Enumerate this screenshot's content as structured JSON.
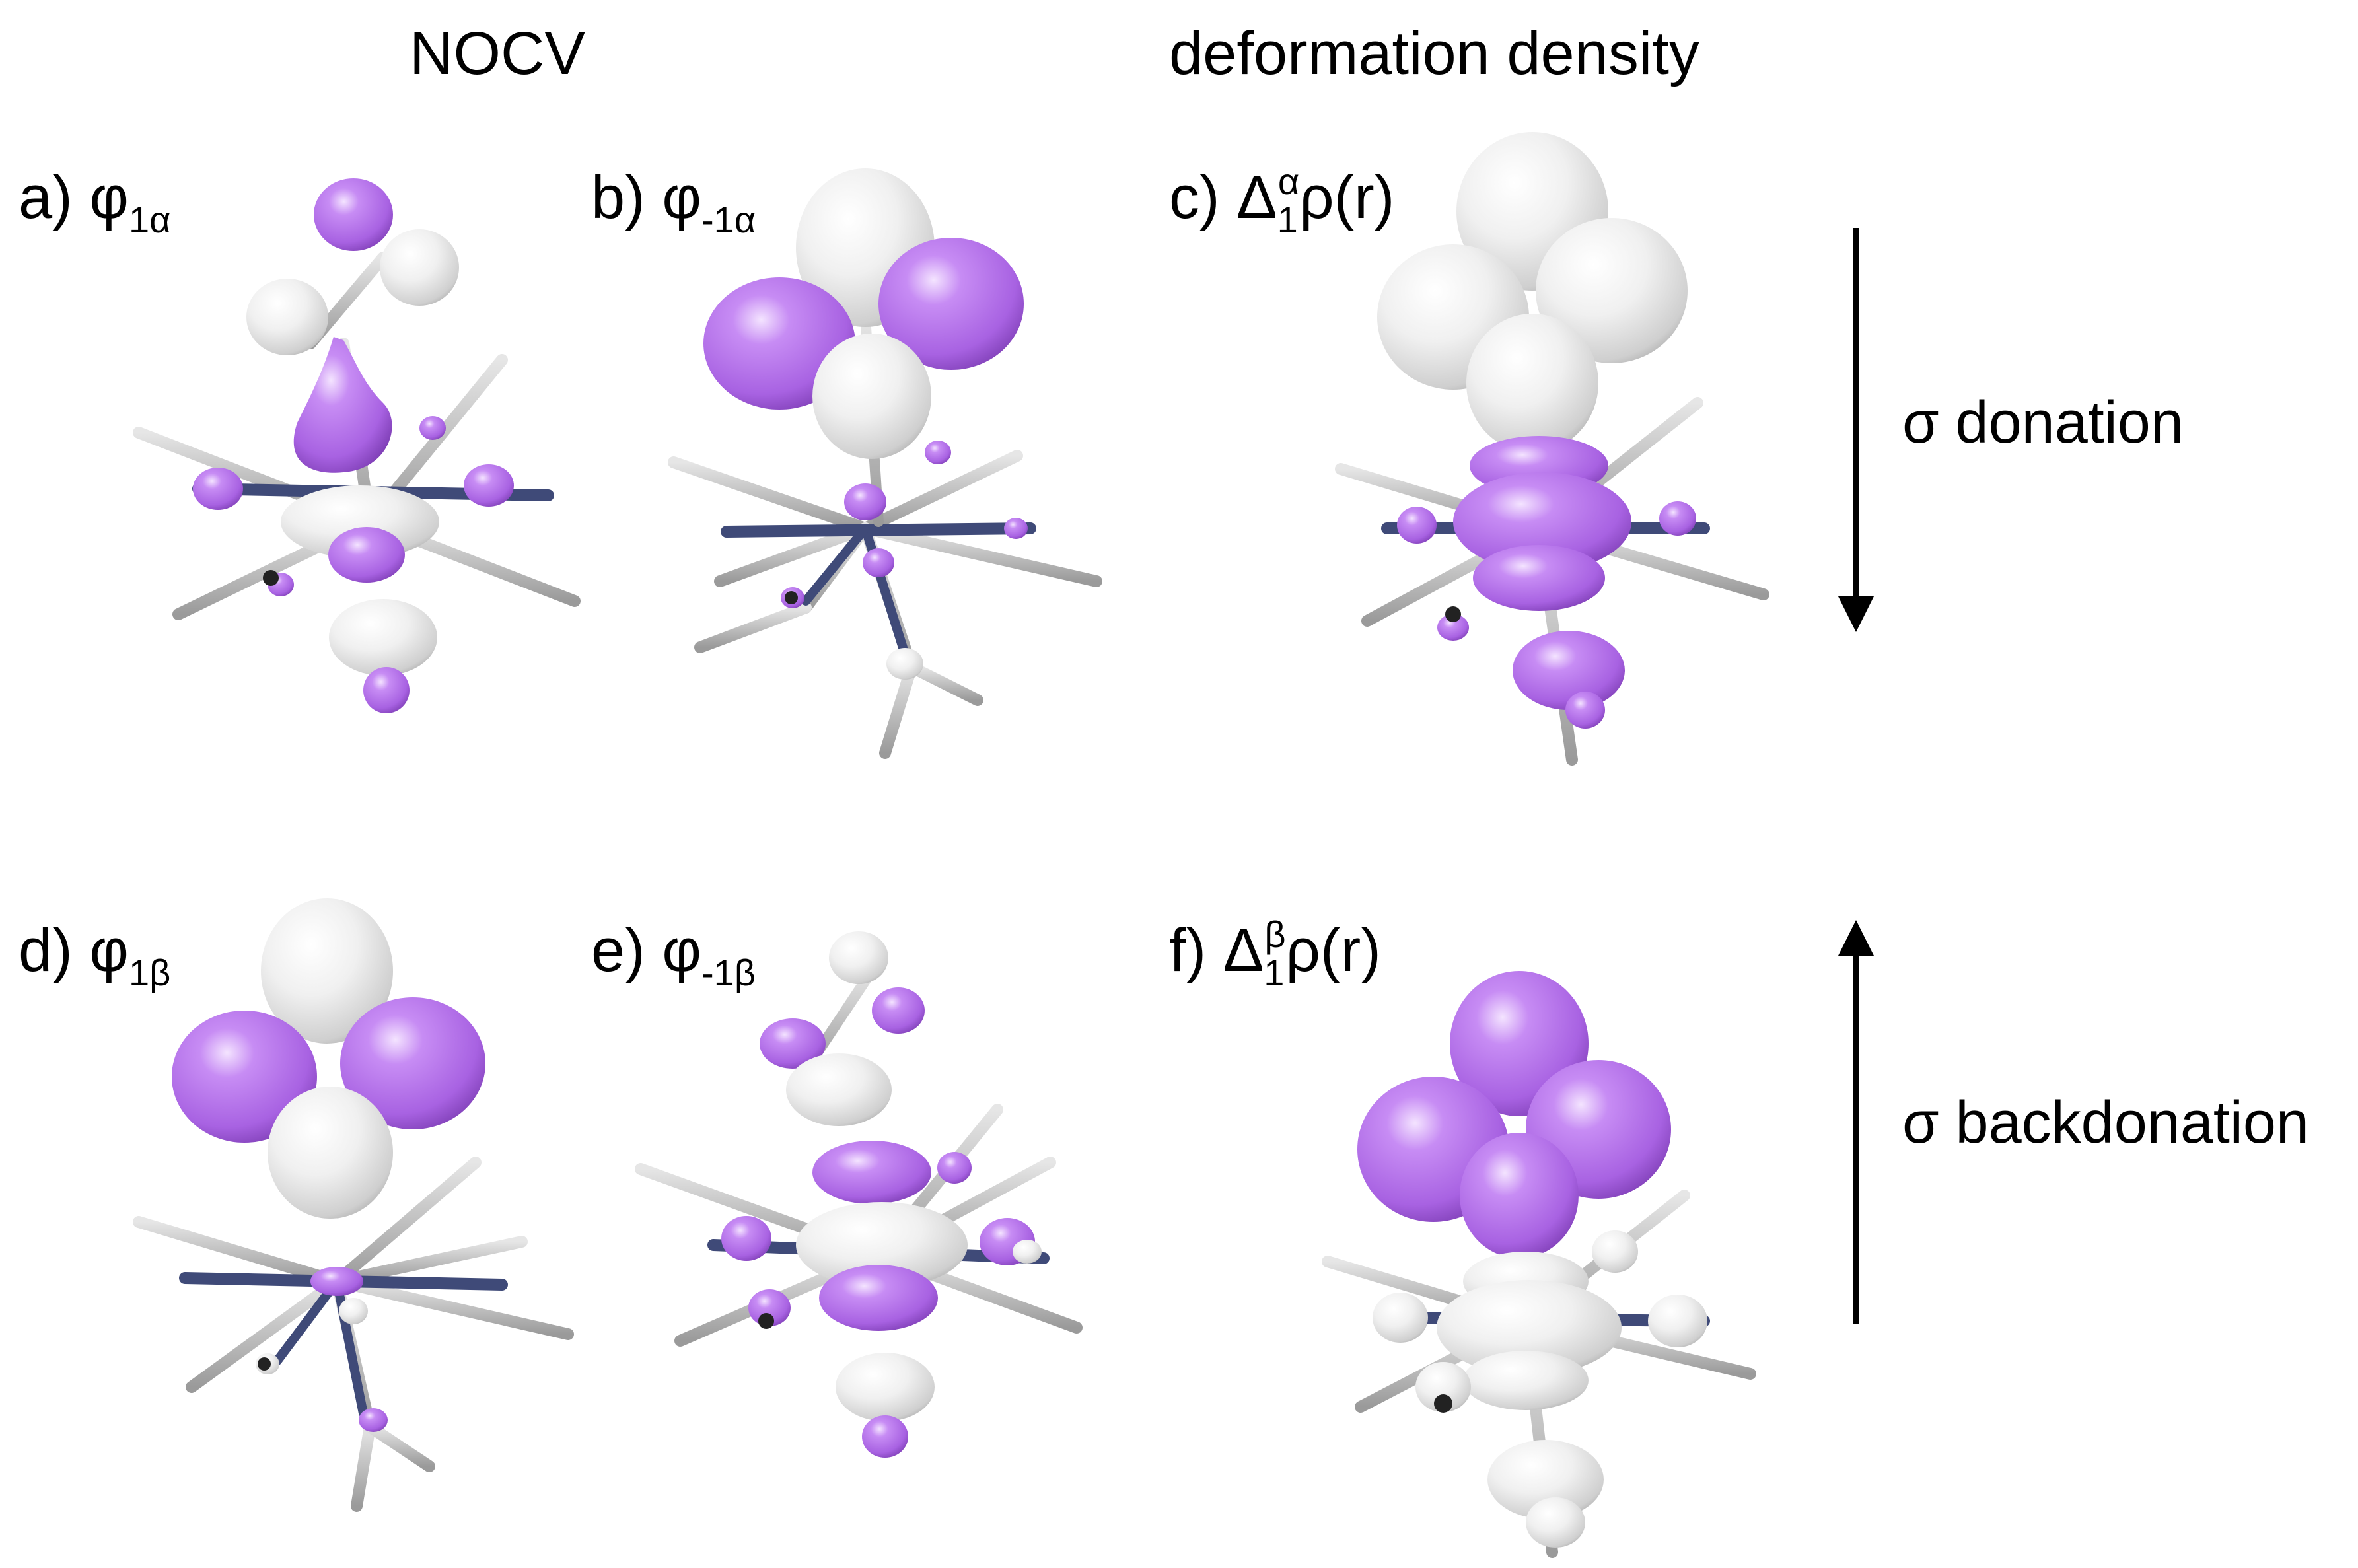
{
  "headers": {
    "nocv": "NOCV",
    "deformation": "deformation density"
  },
  "panels": [
    {
      "id": "a",
      "prefix": "a) φ",
      "sub": "1α",
      "sup": "",
      "tail": ""
    },
    {
      "id": "b",
      "prefix": "b) φ",
      "sub": "-1α",
      "sup": "",
      "tail": ""
    },
    {
      "id": "c",
      "prefix": "c) Δ",
      "sub": "1",
      "sup": "α",
      "tail": "ρ(r)"
    },
    {
      "id": "d",
      "prefix": "d) φ",
      "sub": "1β",
      "sup": "",
      "tail": ""
    },
    {
      "id": "e",
      "prefix": "e) φ",
      "sub": "-1β",
      "sup": "",
      "tail": ""
    },
    {
      "id": "f",
      "prefix": "f) Δ",
      "sub": "1",
      "sup": "β",
      "tail": "ρ(r)"
    }
  ],
  "arrows": {
    "top": "σ donation",
    "bottom": "σ backdonation"
  },
  "colors": {
    "purple_lobe": "#b678ec",
    "white_lobe": "#e8e8e8",
    "bond_grey": "#b4b4b4",
    "nitrogen": "#3f4a78",
    "text": "#000000"
  }
}
